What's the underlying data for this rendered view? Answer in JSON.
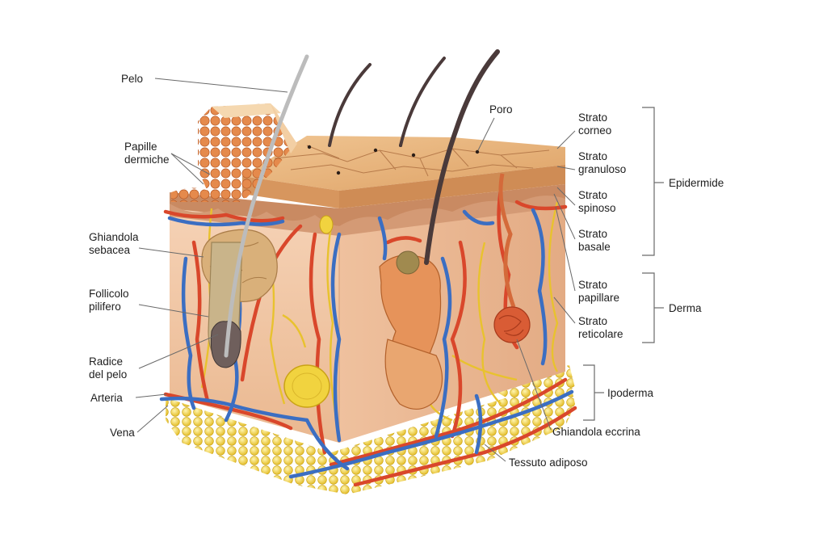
{
  "labels": {
    "pelo": "Pelo",
    "papille_1": "Papille",
    "papille_2": "dermiche",
    "ghiandola_sebacea_1": "Ghiandola",
    "ghiandola_sebacea_2": "sebacea",
    "follicolo_1": "Follicolo",
    "follicolo_2": "pilifero",
    "radice_1": "Radice",
    "radice_2": "del pelo",
    "arteria": "Arteria",
    "vena": "Vena",
    "poro": "Poro",
    "strato_corneo_1": "Strato",
    "strato_corneo_2": "corneo",
    "strato_granuloso_1": "Strato",
    "strato_granuloso_2": "granuloso",
    "strato_spinoso_1": "Strato",
    "strato_spinoso_2": "spinoso",
    "strato_basale_1": "Strato",
    "strato_basale_2": "basale",
    "strato_papillare_1": "Strato",
    "strato_papillare_2": "papillare",
    "strato_reticolare_1": "Strato",
    "strato_reticolare_2": "reticolare",
    "ghiandola_eccrina": "Ghiandola eccrina",
    "tessuto_adiposo": "Tessuto adiposo"
  },
  "groups": {
    "epidermide": "Epidermide",
    "derma": "Derma",
    "ipoderma": "Ipoderma"
  },
  "colors": {
    "artery": "#d9472b",
    "vein": "#3b6ec2",
    "nerve": "#e8c22e",
    "fat": "#f1d33f",
    "dermis": "#f2c9a8",
    "epidermis": "#e8b27c",
    "hair": "#4a3a3a"
  }
}
